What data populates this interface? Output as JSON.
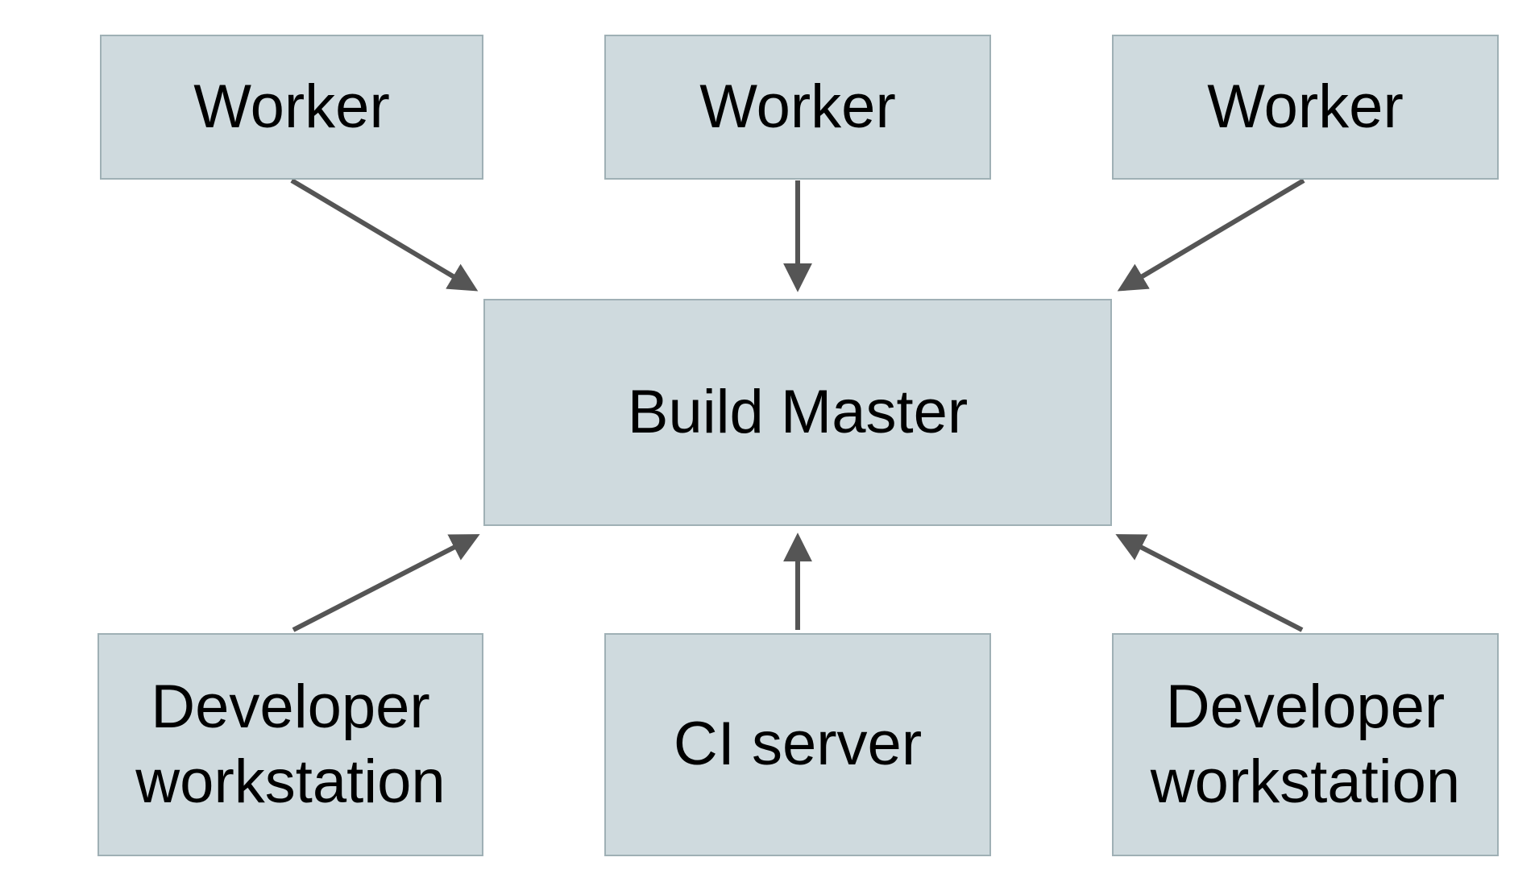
{
  "diagram": {
    "nodes": {
      "worker_left": {
        "label": "Worker"
      },
      "worker_center": {
        "label": "Worker"
      },
      "worker_right": {
        "label": "Worker"
      },
      "build_master": {
        "label": "Build Master"
      },
      "dev_workstation_left": {
        "label": "Developer workstation"
      },
      "ci_server": {
        "label": "CI server"
      },
      "dev_workstation_right": {
        "label": "Developer workstation"
      }
    },
    "edges": [
      {
        "from": "worker_left",
        "to": "build_master",
        "direction": "down"
      },
      {
        "from": "worker_center",
        "to": "build_master",
        "direction": "down"
      },
      {
        "from": "worker_right",
        "to": "build_master",
        "direction": "down"
      },
      {
        "from": "dev_workstation_left",
        "to": "build_master",
        "direction": "up"
      },
      {
        "from": "ci_server",
        "to": "build_master",
        "direction": "up"
      },
      {
        "from": "dev_workstation_right",
        "to": "build_master",
        "direction": "up"
      }
    ],
    "colors": {
      "node_fill": "#cfdade",
      "node_border": "#9fb0b5",
      "arrow": "#555555",
      "text": "#000000",
      "background": "#ffffff"
    }
  }
}
